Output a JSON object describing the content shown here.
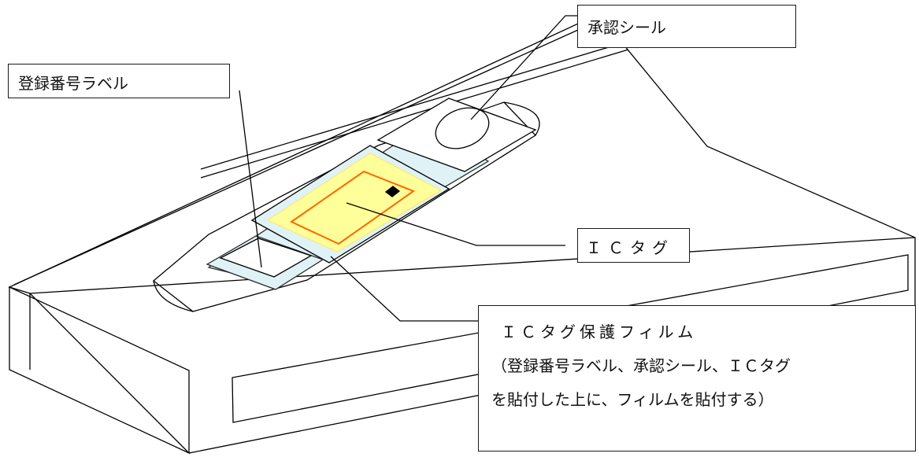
{
  "callouts": {
    "approval_seal": "承認シール",
    "registration_label": "登録番号ラベル",
    "ic_tag": "ＩＣタグ",
    "protective_film": {
      "title": "ＩＣタグ保護フィルム",
      "line2": "（登録番号ラベル、承認シール、ＩＣタグ",
      "line3": "を貼付した上に、フィルムを貼付する）"
    }
  },
  "colors": {
    "film": "#dff2f6",
    "ic_tag_fill": "#ffff99",
    "ic_tag_border": "#ff6600",
    "line": "#000000"
  }
}
